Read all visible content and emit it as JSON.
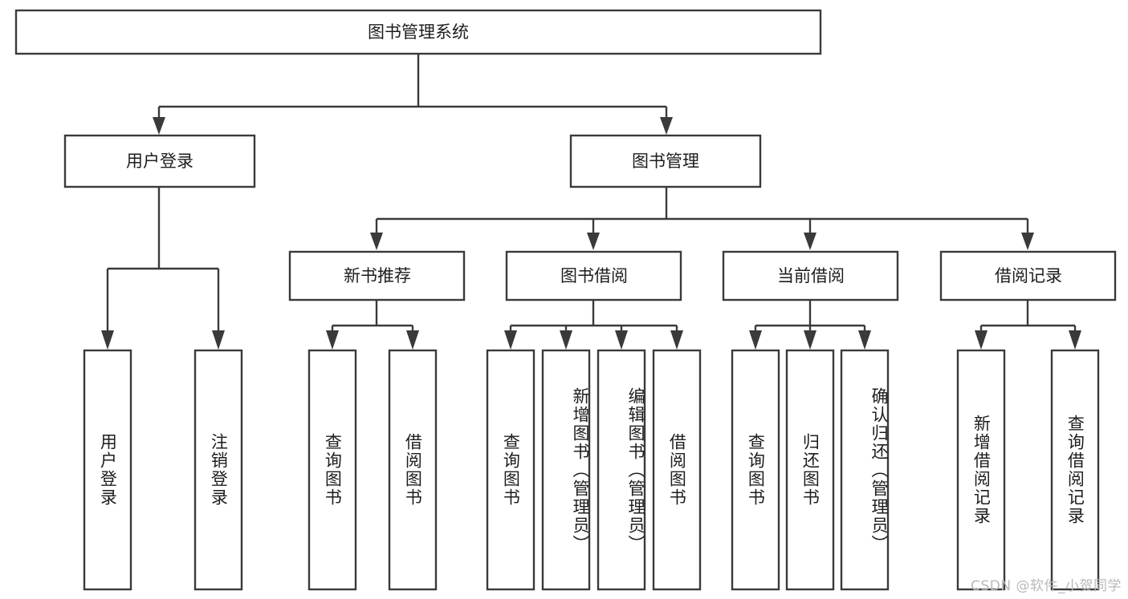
{
  "diagram": {
    "type": "tree-hierarchy",
    "title": "图书管理系统",
    "orientation": "top-down",
    "watermark": "CSDN @软件_小贺同学",
    "colors": {
      "box_stroke": "#3a3a3a",
      "box_fill": "#ffffff",
      "connector": "#3a3a3a",
      "text": "#1d1d1d",
      "watermark": "#b9b9b9",
      "background": "#ffffff"
    },
    "levels": {
      "level1": [
        "图书管理系统"
      ],
      "level2": [
        "用户登录",
        "图书管理"
      ],
      "level3": [
        "新书推荐",
        "图书借阅",
        "当前借阅",
        "借阅记录"
      ],
      "level4": [
        "用户登录",
        "注销登录",
        "查询图书",
        "借阅图书",
        "查询图书",
        "新增图书（管理员）",
        "编辑图书（管理员）",
        "借阅图书",
        "查询图书",
        "归还图书",
        "确认归还（管理员）",
        "新增借阅记录",
        "查询借阅记录"
      ]
    },
    "root": {
      "label": "图书管理系统",
      "children": [
        {
          "label": "用户登录",
          "children": [
            {
              "label": "用户登录"
            },
            {
              "label": "注销登录"
            }
          ]
        },
        {
          "label": "图书管理",
          "children": [
            {
              "label": "新书推荐",
              "children": [
                {
                  "label": "查询图书"
                },
                {
                  "label": "借阅图书"
                }
              ]
            },
            {
              "label": "图书借阅",
              "children": [
                {
                  "label": "查询图书"
                },
                {
                  "label": "新增图书（管理员）"
                },
                {
                  "label": "编辑图书（管理员）"
                },
                {
                  "label": "借阅图书"
                }
              ]
            },
            {
              "label": "当前借阅",
              "children": [
                {
                  "label": "查询图书"
                },
                {
                  "label": "归还图书"
                },
                {
                  "label": "确认归还（管理员）"
                }
              ]
            },
            {
              "label": "借阅记录",
              "children": [
                {
                  "label": "新增借阅记录"
                },
                {
                  "label": "查询借阅记录"
                }
              ]
            }
          ]
        }
      ]
    },
    "nodes": {
      "n_root": {
        "label": "图书管理系统"
      },
      "n_login": {
        "label": "用户登录"
      },
      "n_bookmg": {
        "label": "图书管理"
      },
      "n_newrec": {
        "label": "新书推荐"
      },
      "n_borrow": {
        "label": "图书借阅"
      },
      "n_curr": {
        "label": "当前借阅"
      },
      "n_recs": {
        "label": "借阅记录"
      },
      "l_login_1": {
        "label": "用户登录"
      },
      "l_login_2": {
        "label": "注销登录"
      },
      "l_new_1": {
        "label": "查询图书"
      },
      "l_new_2": {
        "label": "借阅图书"
      },
      "l_bor_1": {
        "label": "查询图书"
      },
      "l_bor_2": {
        "label": "新增图书（管理员）"
      },
      "l_bor_3": {
        "label": "编辑图书（管理员）"
      },
      "l_bor_4": {
        "label": "借阅图书"
      },
      "l_cur_1": {
        "label": "查询图书"
      },
      "l_cur_2": {
        "label": "归还图书"
      },
      "l_cur_3": {
        "label": "确认归还（管理员）"
      },
      "l_rec_1": {
        "label": "新增借阅记录"
      },
      "l_rec_2": {
        "label": "查询借阅记录"
      }
    }
  }
}
